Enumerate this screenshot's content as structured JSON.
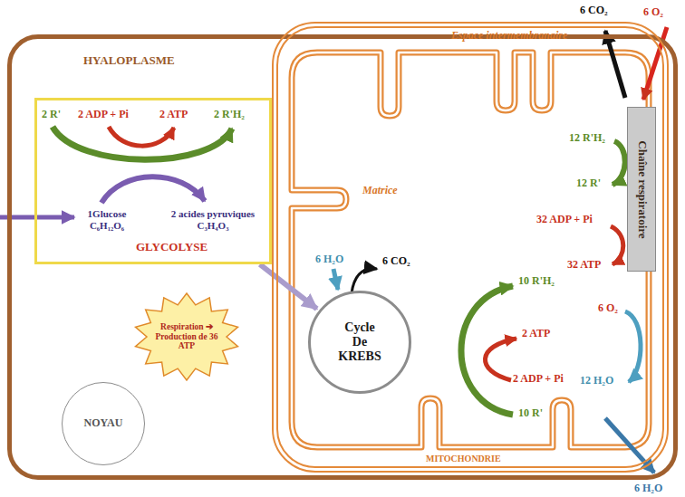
{
  "diagram": {
    "nodes": [
      {
        "text": [
          "HYALOPLASME"
        ]
      },
      {
        "text": [
          "2 R'",
          "2 ADP + Pi",
          "2 ATP",
          "2 R'H₂",
          "1Glucose C₆H₁₂O₆",
          "2 acides pyruviques C₃H₄O₃",
          "GLYCOLYSE"
        ],
        "in": 0
      },
      {
        "text": [
          "Espace intermembranaire",
          "Matrice",
          "MITOCHONDRIE"
        ],
        "in": 0
      },
      {
        "text": [
          "Cycle De KREBS"
        ],
        "in": 2
      },
      {
        "text": [
          "Chaîne respiratoire"
        ],
        "in": 2
      },
      {
        "text": [
          "Respiration ➔ Production de 36 ATP"
        ],
        "in": 0
      },
      {
        "text": [
          "NOYAU"
        ],
        "in": 0
      }
    ],
    "edges": [
      {
        "from": 1,
        "to": 3,
        "arrow": "to"
      }
    ],
    "labels": [
      "6 CO₂",
      "6 O₂",
      "6 H₂O",
      "6 CO₂",
      "10 R'H₂",
      "2 ATP",
      "2 ADP + Pi",
      "10 R'",
      "12 R'H₂",
      "12 R'",
      "32 ADP + Pi",
      "32 ATP",
      "6 O₂",
      "12 H₂O",
      "6 H₂O"
    ]
  }
}
